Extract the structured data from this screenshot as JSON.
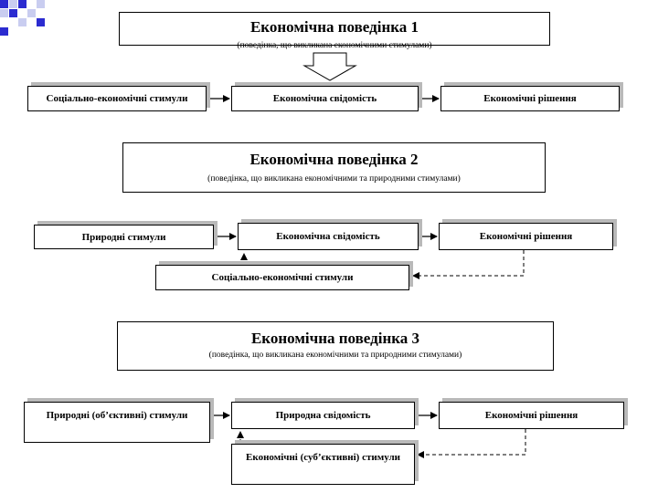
{
  "behavior1": {
    "title": "Економічна поведінка 1",
    "subtitle": "(поведінка, що викликана економічними стимулами)",
    "stimuli": "Соціально-економічні стимули",
    "consciousness": "Економічна свідомість",
    "decisions": "Економічні рішення"
  },
  "behavior2": {
    "title": "Економічна поведінка 2",
    "subtitle": "(поведінка, що викликана економічними та природними стимулами)",
    "stimuli": "Природні стимули",
    "consciousness": "Економічна свідомість",
    "decisions": "Економічні рішення",
    "feedback": "Соціально-економічні стимули"
  },
  "behavior3": {
    "title": "Економічна поведінка 3",
    "subtitle": "(поведінка, що викликана економічними та природними стимулами)",
    "stimuli": "Природні (об’єктивні) стимули",
    "consciousness": "Природна свідомість",
    "decisions": "Економічні рішення",
    "feedback": "Економічні (суб’єктивні) стимули"
  },
  "colors": {
    "shadow": "#b9b9b9",
    "deco_blue": "#2b2bd0",
    "deco_light": "#c9cdf0"
  }
}
